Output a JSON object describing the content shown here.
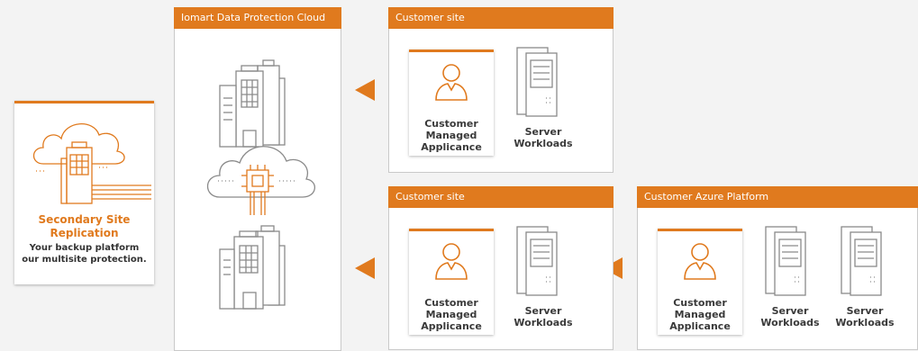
{
  "secondary": {
    "title_line1": "Secondary Site",
    "title_line2": "Replication",
    "desc_line1": "Your backup platform",
    "desc_line2": "our multisite protection."
  },
  "cloud": {
    "header": "Iomart Data Protection Cloud"
  },
  "customer_site_1": {
    "header": "Customer site",
    "appliance_label": [
      "Customer",
      "Managed",
      "Applicance"
    ],
    "server_label": [
      "Server",
      "Workloads"
    ]
  },
  "customer_site_2": {
    "header": "Customer site",
    "appliance_label": [
      "Customer",
      "Managed",
      "Applicance"
    ],
    "server_label": [
      "Server",
      "Workloads"
    ]
  },
  "azure": {
    "header": "Customer Azure Platform",
    "appliance_label": [
      "Customer",
      "Managed",
      "Applicance"
    ],
    "server_label_1": [
      "Server",
      "Workloads"
    ],
    "server_label_2": [
      "Server",
      "Workloads"
    ]
  },
  "colors": {
    "accent": "#e07a1e",
    "line": "#8a8a8a",
    "background": "#f3f3f3"
  },
  "icons": [
    "cloud-building-icon",
    "buildings-icon",
    "cloud-chip-icon",
    "person-icon",
    "server-icon",
    "arrow-left-icon"
  ]
}
